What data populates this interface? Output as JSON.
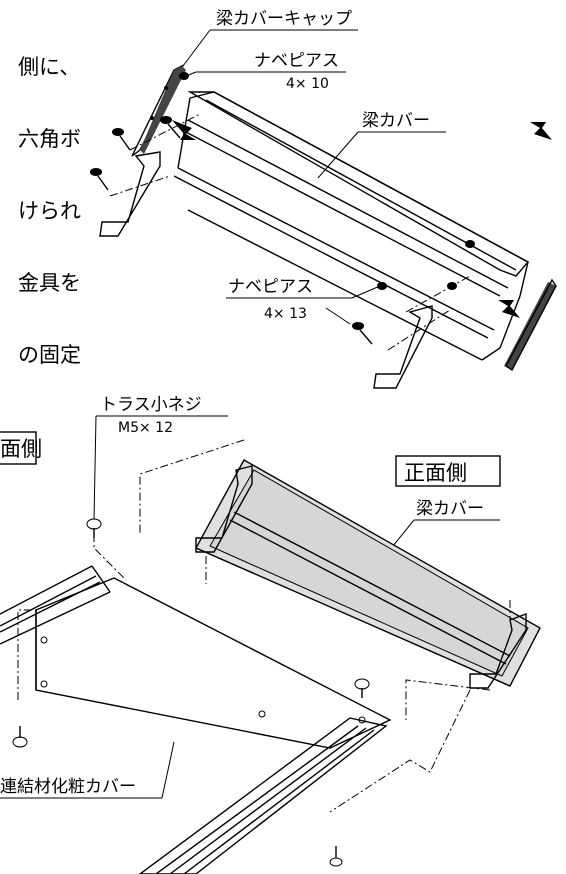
{
  "left_text": {
    "line1": "側に、",
    "line2": "六角ボ",
    "line3": "けられ",
    "line4": "金具を",
    "line5": "の固定",
    "line6": "面側"
  },
  "top_figure": {
    "cap_label": "梁カバーキャップ",
    "screw1_name": "ナベピアス",
    "screw1_size": "4× 10",
    "cover_label": "梁カバー",
    "screw2_name": "ナベピアス",
    "screw2_size": "4× 13"
  },
  "bottom_figure": {
    "truss_name": "トラス小ネジ",
    "truss_size": "M5× 12",
    "front_side": "正面側",
    "cover_label": "梁カバー",
    "panel_label": "連結材化粧カバー"
  }
}
